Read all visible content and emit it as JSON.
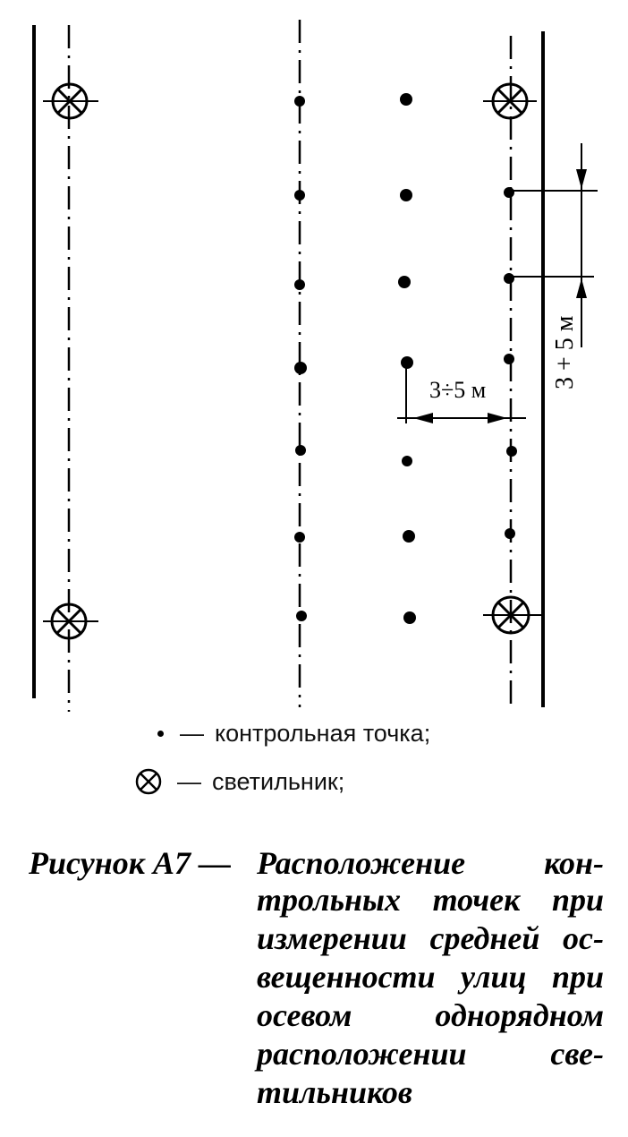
{
  "diagram": {
    "dimension_horizontal": "3÷5 м",
    "dimension_vertical": "3 + 5 м"
  },
  "legend": {
    "point_dash": "—",
    "point_label": "контрольная точка;",
    "luminaire_dash": "—",
    "luminaire_label": "светильник;"
  },
  "caption": {
    "label": "Рисунок А7 —",
    "lines": [
      "Расположение кон-",
      "трольных точек при",
      "измерении средней ос-",
      "вещенности улиц при",
      "осевом однорядном",
      "расположении све-",
      "тильников"
    ]
  }
}
